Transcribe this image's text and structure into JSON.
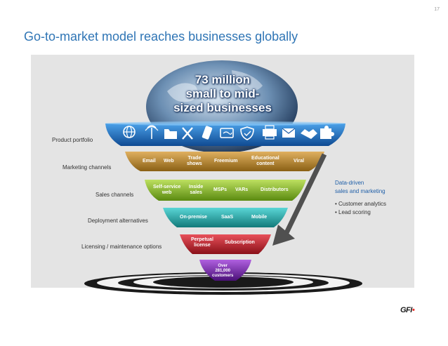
{
  "slide": {
    "page_number": "17",
    "title": "Go-to-market model reaches businesses globally",
    "headline": [
      "73 million",
      "small to mid-",
      "sized businesses"
    ]
  },
  "side_labels": [
    "Product portfolio",
    "Marketing channels",
    "Sales channels",
    "Deployment alternatives",
    "Licensing / maintenance options"
  ],
  "tiers": {
    "marketing": [
      [
        "Email"
      ],
      [
        "Web"
      ],
      [
        "Trade",
        "shows"
      ],
      [
        "Freemium"
      ],
      [
        "Educational",
        "content"
      ],
      [
        "Viral"
      ]
    ],
    "sales": [
      [
        "Self-service",
        "web"
      ],
      [
        "Inside",
        "sales"
      ],
      [
        "MSPs"
      ],
      [
        "VARs"
      ],
      [
        "Distributors"
      ]
    ],
    "deployment": [
      [
        "On-premise"
      ],
      [
        "SaaS"
      ],
      [
        "Mobile"
      ]
    ],
    "licensing": [
      [
        "Perpetual",
        "license"
      ],
      [
        "Subscription"
      ]
    ],
    "customers": [
      "Over",
      "281,000",
      "customers"
    ]
  },
  "product_icons": [
    "globe-icon",
    "antenna-icon",
    "folder-icon",
    "tools-icon",
    "phone-icon",
    "fax-icon",
    "shield-icon",
    "printer-icon",
    "mail-icon",
    "handshake-icon",
    "puzzle-icon"
  ],
  "data_driven": {
    "heading": [
      "Data-driven",
      "sales and marketing"
    ],
    "bullets": [
      "Customer analytics",
      "Lead scoring"
    ]
  },
  "logo": {
    "text": "GFI"
  },
  "colors": {
    "title": "#2f75b5",
    "product": "#1e5ea8",
    "marketing": "#b8862e",
    "sales": "#8cb82e",
    "deployment": "#2aa8a8",
    "licensing": "#c0202a",
    "customers": "#7a2aa8"
  }
}
